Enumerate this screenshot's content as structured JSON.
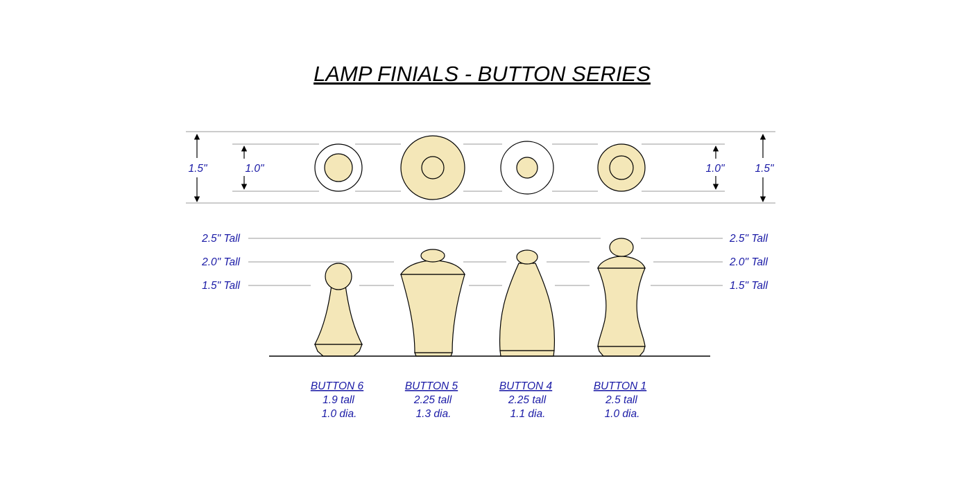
{
  "title": "LAMP FINIALS - BUTTON SERIES",
  "colors": {
    "accent_text": "#1a1aa6",
    "fill": "#f4e7b8",
    "stroke": "#000000",
    "guide": "#9a9a9a"
  },
  "top_view": {
    "outer_dimension_left": "1.5\"",
    "inner_dimension_left": "1.0\"",
    "inner_dimension_right": "1.0\"",
    "outer_dimension_right": "1.5\""
  },
  "height_labels": {
    "left": [
      "2.5\" Tall",
      "2.0\" Tall",
      "1.5\" Tall"
    ],
    "right": [
      "2.5\" Tall",
      "2.0\" Tall",
      "1.5\" Tall"
    ]
  },
  "finials": [
    {
      "name": "BUTTON 6",
      "height": "1.9 tall",
      "diameter": "1.0 dia."
    },
    {
      "name": "BUTTON 5",
      "height": "2.25 tall",
      "diameter": "1.3 dia."
    },
    {
      "name": "BUTTON 4",
      "height": "2.25 tall",
      "diameter": "1.1 dia."
    },
    {
      "name": "BUTTON 1",
      "height": "2.5 tall",
      "diameter": "1.0 dia."
    }
  ]
}
